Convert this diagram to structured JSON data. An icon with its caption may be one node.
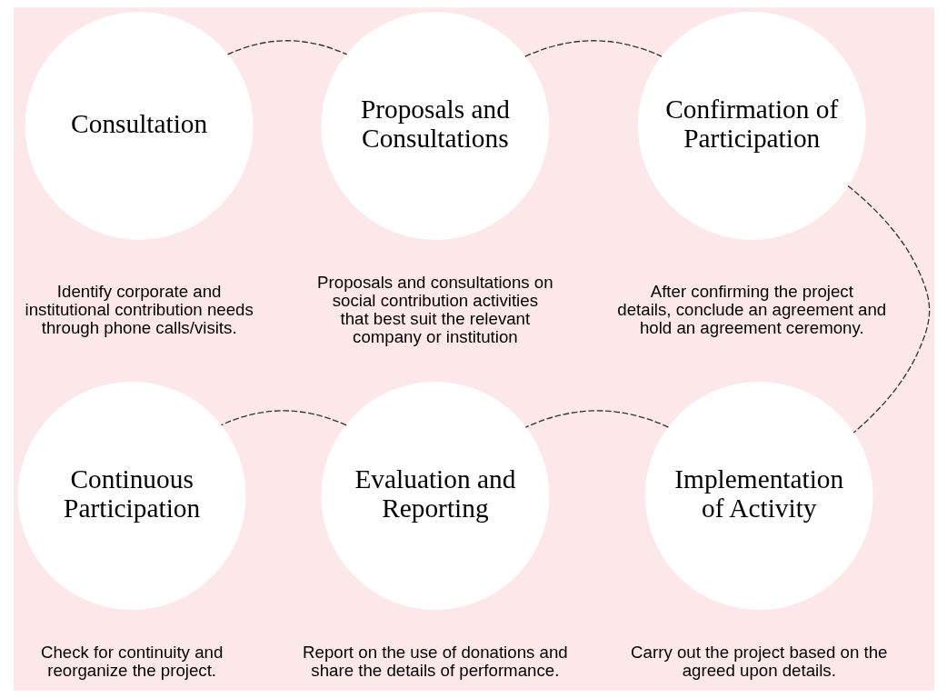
{
  "diagram": {
    "nodes": [
      {
        "text": [
          "Consultation"
        ],
        "beside": [
          "Identify corporate and institutional contribution needs through phone calls/visits."
        ]
      },
      {
        "text": [
          "Proposals and Consultations"
        ],
        "beside": [
          "Proposals and consultations on social contribution activities that best suit the relevant company or institution"
        ]
      },
      {
        "text": [
          "Confirmation of Participation"
        ],
        "beside": [
          "After confirming the project details, conclude an agreement and hold an agreement ceremony."
        ]
      },
      {
        "text": [
          "Continuous Participation"
        ],
        "beside": [
          "Check for continuity and reorganize the project."
        ]
      },
      {
        "text": [
          "Evaluation and Reporting"
        ],
        "beside": [
          "Report on the use of donations and share the details of performance."
        ]
      },
      {
        "text": [
          "Implementation of Activity"
        ],
        "beside": [
          "Carry out the project based on the agreed upon details."
        ]
      }
    ],
    "edges": [
      {
        "from": 0,
        "to": 1,
        "arrow": "none",
        "style": "dashed"
      },
      {
        "from": 1,
        "to": 2,
        "arrow": "none",
        "style": "dashed"
      },
      {
        "from": 2,
        "to": 5,
        "arrow": "none",
        "style": "dashed"
      },
      {
        "from": 5,
        "to": 4,
        "arrow": "none",
        "style": "dashed"
      },
      {
        "from": 4,
        "to": 3,
        "arrow": "none",
        "style": "dashed"
      }
    ]
  }
}
